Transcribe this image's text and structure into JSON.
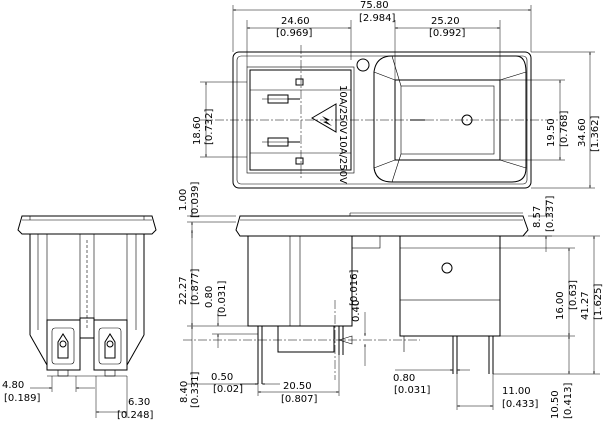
{
  "dimensions": {
    "overall_width": {
      "mm": "75.80",
      "in": "[2.984]"
    },
    "left_section": {
      "mm": "24.60",
      "in": "[0.969]"
    },
    "right_section": {
      "mm": "25.20",
      "in": "[0.992]"
    },
    "fuse_height": {
      "mm": "18.60",
      "in": "[0.732]"
    },
    "switch_height": {
      "mm": "19.50",
      "in": "[0.768]"
    },
    "overall_height": {
      "mm": "34.60",
      "in": "[1.362]"
    },
    "flange_thickness": {
      "mm": "1.00",
      "in": "[0.039]"
    },
    "flange_height": {
      "mm": "8.57",
      "in": "[0.337]"
    },
    "body_depth": {
      "mm": "22.27",
      "in": "[0.877]"
    },
    "wall_a": {
      "mm": "0.80",
      "in": "[0.031]"
    },
    "pin_offset": {
      "mm": "0.40",
      "in": "[0.016]"
    },
    "switch_depth": {
      "mm": "16.00",
      "in": "[0.63]"
    },
    "total_depth": {
      "mm": "41.27",
      "in": "[1.625]"
    },
    "terminal_length": {
      "mm": "8.40",
      "in": "[0.331]"
    },
    "terminal_thickness": {
      "mm": "0.50",
      "in": "[0.02]"
    },
    "terminal_span": {
      "mm": "20.50",
      "in": "[0.807]"
    },
    "wall_b": {
      "mm": "0.80",
      "in": "[0.031]"
    },
    "switch_pin_span": {
      "mm": "11.00",
      "in": "[0.433]"
    },
    "switch_pin_length": {
      "mm": "10.50",
      "in": "[0.413]"
    },
    "side_pin_width": {
      "mm": "4.80",
      "in": "[0.189]"
    },
    "side_pin_spacing": {
      "mm": "6.30",
      "in": "[0.248]"
    }
  },
  "fuse_rating": "10A/250V"
}
